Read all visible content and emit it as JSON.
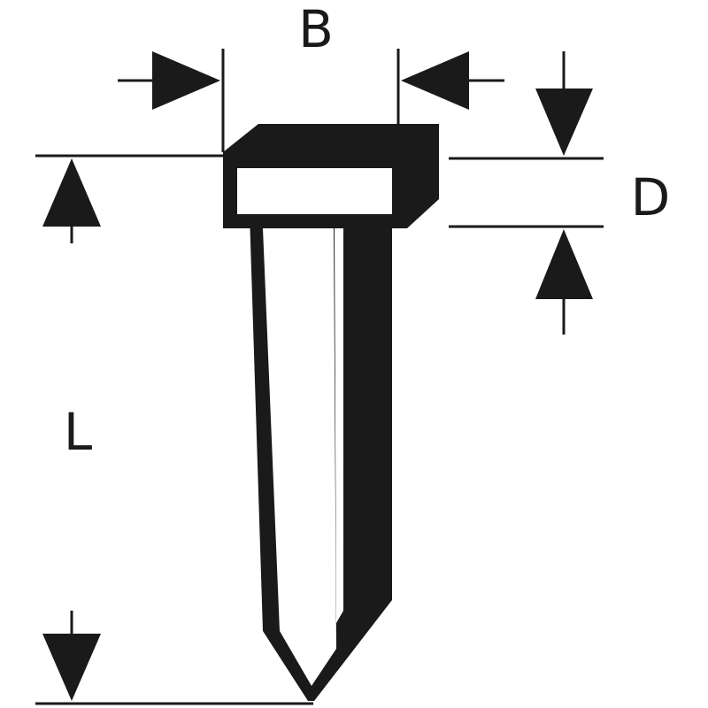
{
  "diagram": {
    "labels": {
      "width": "B",
      "head_thickness": "D",
      "length": "L"
    },
    "colors": {
      "ink": "#1a1a1a",
      "background": "#ffffff"
    }
  }
}
